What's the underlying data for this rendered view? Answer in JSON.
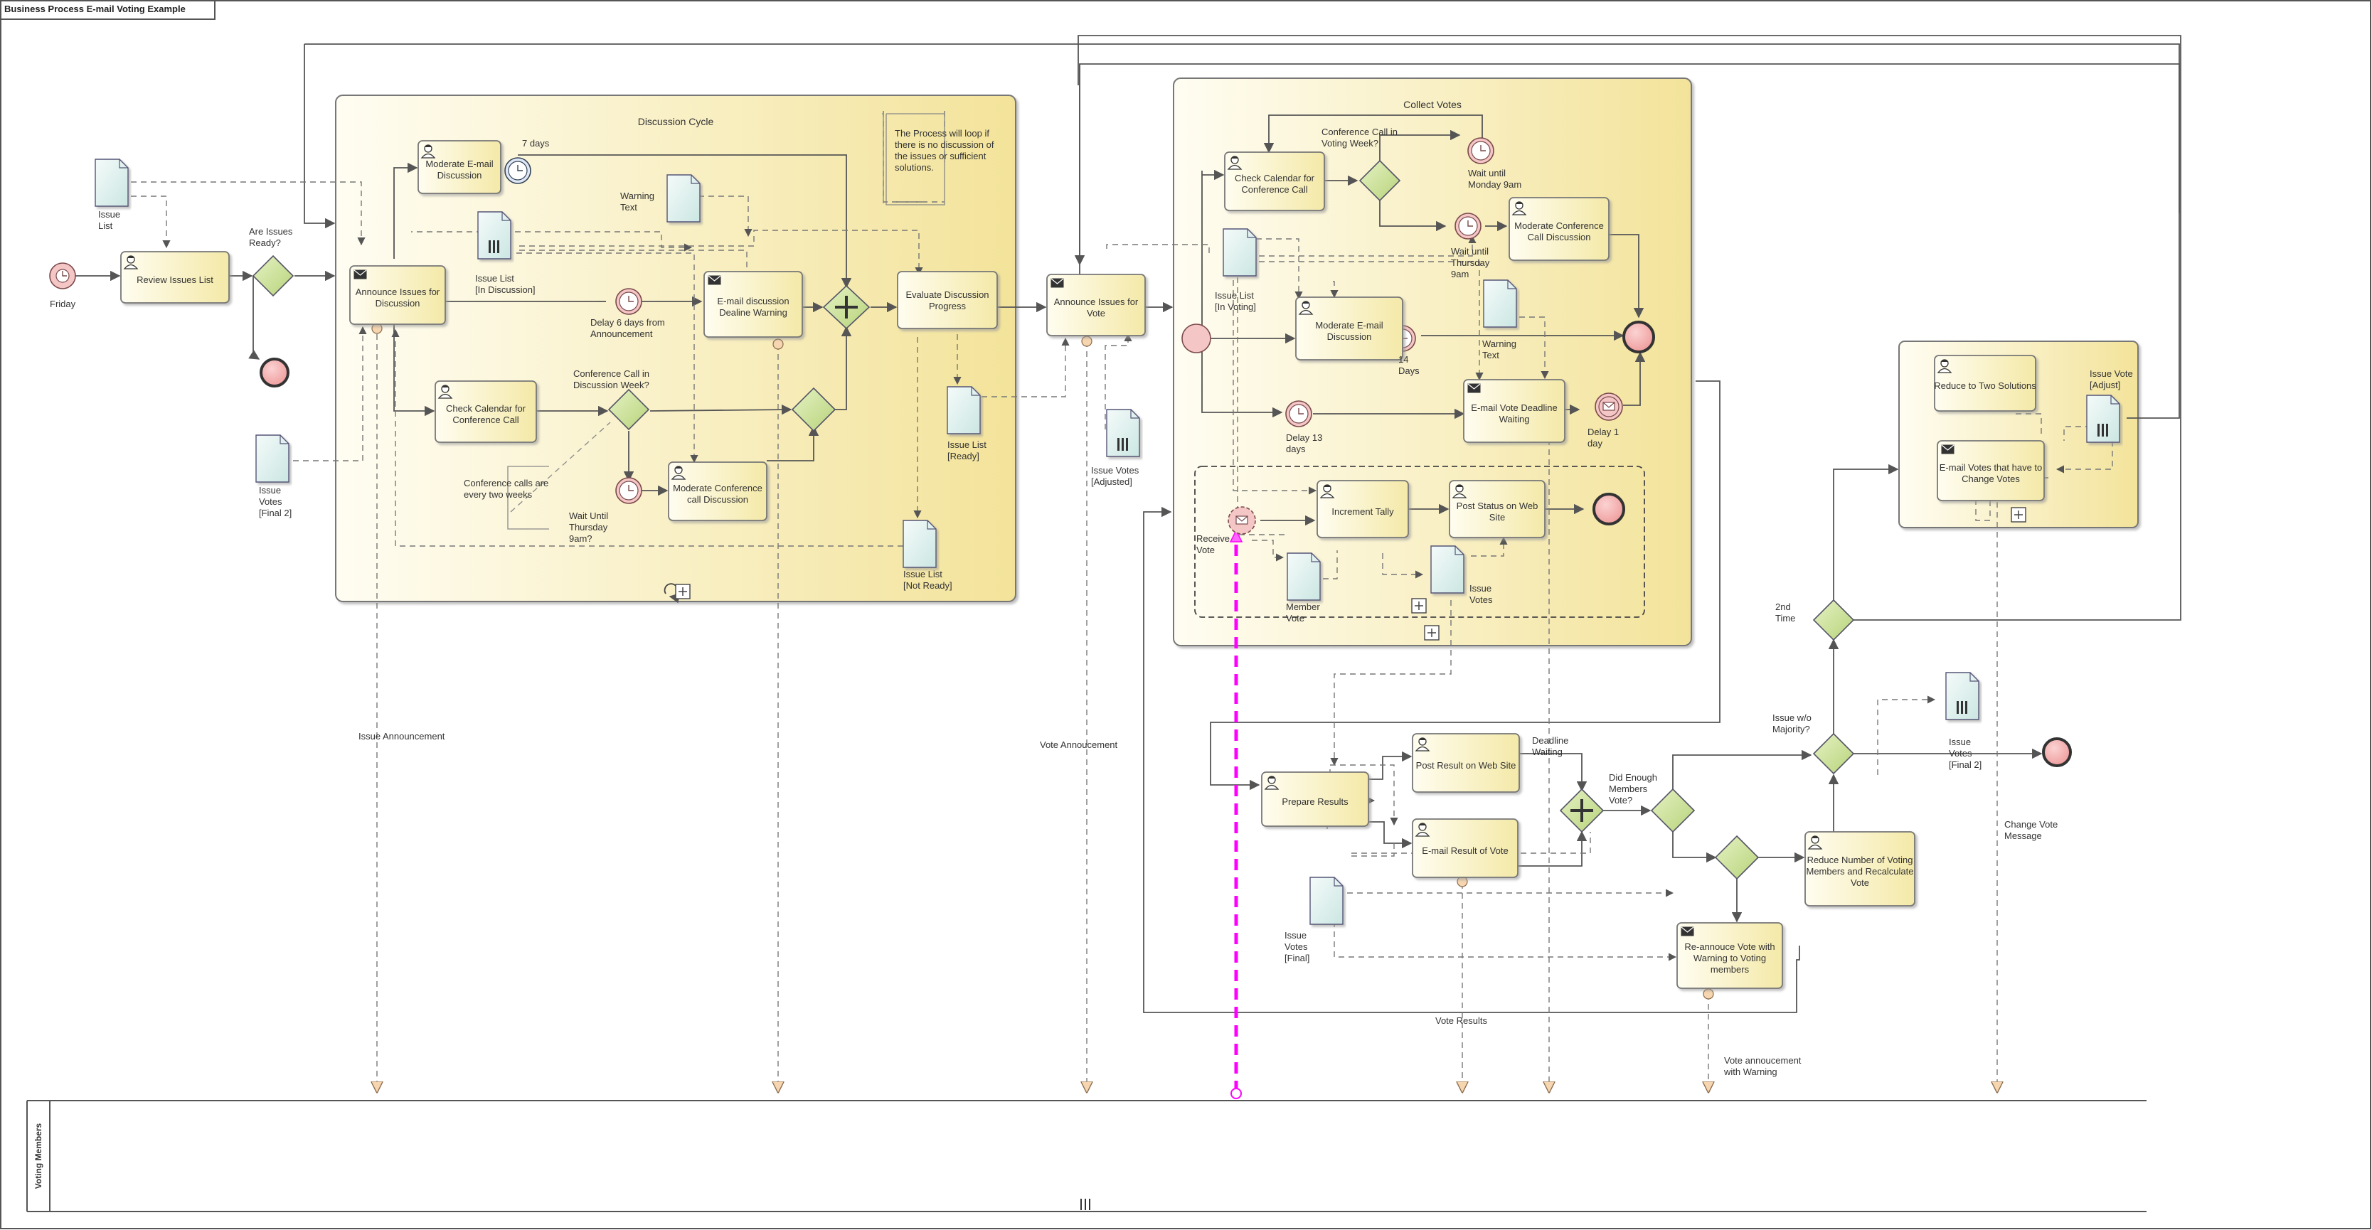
{
  "frame": {
    "title": "Business Process E-mail Voting Example"
  },
  "pool": {
    "lane_label": "Voting Members"
  },
  "subprocesses": {
    "discussion": "Discussion Cycle",
    "collect": "Collect Votes"
  },
  "tasks": {
    "review": [
      "Review Issues List"
    ],
    "announce": [
      "Announce Issues for",
      "Discussion"
    ],
    "moderate_email": [
      "Moderate E-mail",
      "Discussion"
    ],
    "email_warning": [
      "E-mail discussion",
      "Dealine Warning"
    ],
    "check_cal_disc": [
      "Check Calendar for",
      "Conference Call"
    ],
    "moderate_conf_disc": [
      "Moderate Conference",
      "call Discussion"
    ],
    "evaluate": [
      "Evaluate Discussion",
      "Progress"
    ],
    "announce_vote": [
      "Announce Issues for",
      "Vote"
    ],
    "check_cal_vote": [
      "Check Calendar for",
      "Conference Call"
    ],
    "moderate_conf_vote": [
      "Moderate Conference",
      "Call Discussion"
    ],
    "moderate_email_vote": [
      "Moderate E-mail",
      "Discussion"
    ],
    "email_vote_deadline": [
      "E-mail Vote Deadline",
      "Waiting"
    ],
    "increment": [
      "Increment Tally"
    ],
    "post_status": [
      "Post Status on Web",
      "Site"
    ],
    "prepare": [
      "Prepare Results"
    ],
    "post_result": [
      "Post Result on Web Site"
    ],
    "email_result": [
      "E-mail Result of Vote"
    ],
    "reduce_voting": [
      "Reduce Number of Voting",
      "Members and Recalculate",
      "Vote"
    ],
    "reannounce": [
      "Re-annouce Vote with",
      "Warning to Voting",
      "members"
    ],
    "reduce_two": [
      "Reduce to Two Solutions"
    ],
    "email_change": [
      "E-mail Votes that have to",
      "Change Votes"
    ]
  },
  "labels": {
    "friday": "Friday",
    "are_issues_ready": [
      "Are Issues",
      "Ready?"
    ],
    "seven_days": "7 days",
    "warning_text": [
      "Warning",
      "Text"
    ],
    "issue_list": [
      "Issue",
      "List"
    ],
    "issue_list_in_discussion": [
      "Issue List",
      "[In Discussion]"
    ],
    "delay_6_days": [
      "Delay 6 days from",
      "Announcement"
    ],
    "conf_call_in_disc_week": [
      "Conference Call in",
      "Discussion Week?"
    ],
    "conf_calls_note": [
      "Conference calls are",
      "every two weeks"
    ],
    "wait_until_thursday": [
      "Wait Until",
      "Thursday",
      "9am?"
    ],
    "loop_note": [
      "The Process will loop if",
      "there is no discussion of",
      "the issues or sufficient",
      "solutions."
    ],
    "issue_list_ready": [
      "Issue List",
      "[Ready]"
    ],
    "issue_list_not_ready": [
      "Issue List",
      "[Not Ready]"
    ],
    "issue_votes_final2_left": [
      "Issue",
      "Votes",
      "[Final 2]"
    ],
    "issue_votes_adjusted": [
      "Issue Votes",
      "[Adjusted]"
    ],
    "conf_call_in_voting_week": [
      "Conference Call in",
      "Voting Week?"
    ],
    "wait_until_monday": [
      "Wait until",
      "Monday 9am"
    ],
    "wait_until_thursday_vote": [
      "Wait until",
      "Thursday",
      "9am"
    ],
    "issue_list_in_voting": [
      "Issue List",
      "[In Voting]"
    ],
    "fourteen_days": [
      "14",
      "Days"
    ],
    "warning_text_vote": [
      "Warning",
      "Text"
    ],
    "delay_13_days": [
      "Delay 13",
      "days"
    ],
    "delay_1_day": [
      "Delay 1",
      "day"
    ],
    "receive_vote": [
      "Receive",
      "Vote"
    ],
    "member_vote": [
      "Member",
      "Vote"
    ],
    "issue_votes_collect": [
      "Issue",
      "Votes"
    ],
    "issue_announcement": "Issue Announcement",
    "vote_announcement": "Vote Annoucement",
    "deadline_waiting": [
      "Deadline",
      "Waiting"
    ],
    "did_enough_members": [
      "Did Enough",
      "Members",
      "Vote?"
    ],
    "issue_wo_majority": [
      "Issue w/o",
      "Majority?"
    ],
    "second_time": [
      "2nd",
      "Time"
    ],
    "issue_votes_final": [
      "Issue",
      "Votes",
      "[Final]"
    ],
    "issue_votes_final2_right": [
      "Issue",
      "Votes",
      "[Final 2]"
    ],
    "vote_results": "Vote Results",
    "vote_announcement_warning": [
      "Vote annoucement",
      "with Warning"
    ],
    "change_vote_message": [
      "Change Vote",
      "Message"
    ],
    "issue_vote_adjust": [
      "Issue Vote",
      "[Adjust]"
    ]
  },
  "colors": {
    "task_fill": "#f9f3c2",
    "subprocess_fill": "#f8f0c4",
    "gateway_fill": "#cfe29a",
    "start_fill": "#f4c2c2",
    "end_fill": "#f08a8a",
    "document_fill": "#dff1ef",
    "highlight": "#ff00ff"
  }
}
